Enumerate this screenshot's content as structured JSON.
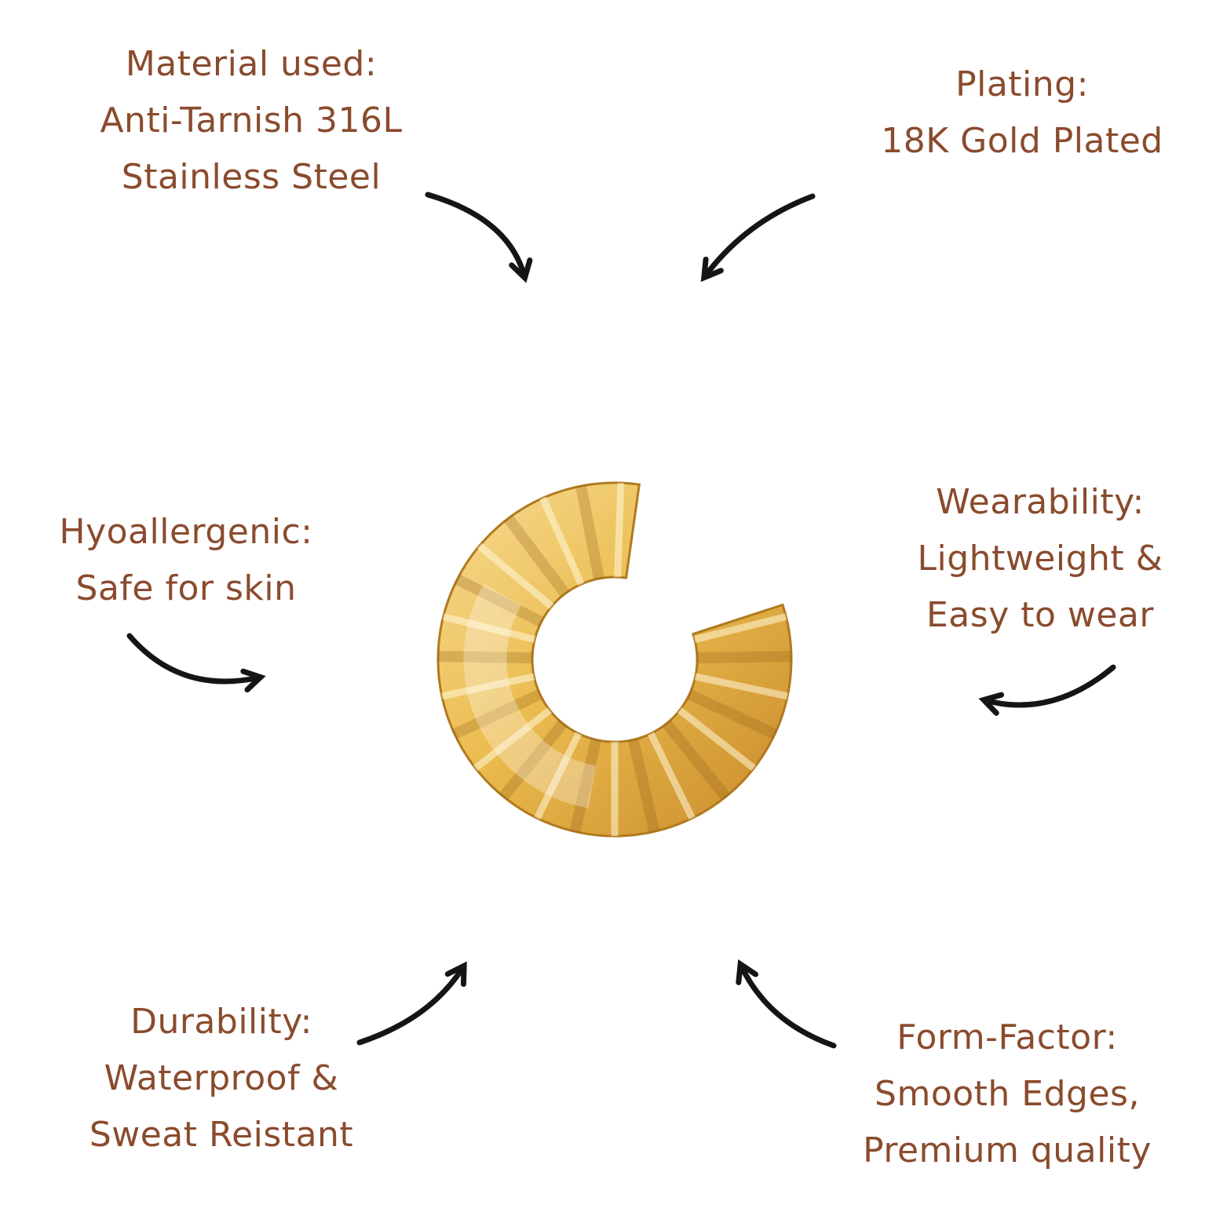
{
  "theme": {
    "background": "#FFFFFF",
    "text_color": "#8A4B2D",
    "arrow_color": "#151515",
    "gold_light": "#F7DC95",
    "gold_mid": "#EBBC4F",
    "gold_dark": "#C8892A"
  },
  "product": {
    "image": "gold-ribbed-open-cuff-ring"
  },
  "callouts": [
    {
      "id": "material",
      "lines": [
        "Material used:",
        "Anti-Tarnish 316L",
        "Stainless Steel"
      ]
    },
    {
      "id": "plating",
      "lines": [
        "Plating:",
        "18K Gold Plated"
      ]
    },
    {
      "id": "hypoallergenic",
      "lines": [
        "Hyoallergenic:",
        "Safe for skin"
      ]
    },
    {
      "id": "wearability",
      "lines": [
        "Wearability:",
        "Lightweight &",
        "Easy to wear"
      ]
    },
    {
      "id": "durability",
      "lines": [
        "Durability:",
        "Waterproof &",
        "Sweat Reistant"
      ]
    },
    {
      "id": "form_factor",
      "lines": [
        "Form-Factor:",
        "Smooth Edges,",
        "Premium quality"
      ]
    }
  ]
}
